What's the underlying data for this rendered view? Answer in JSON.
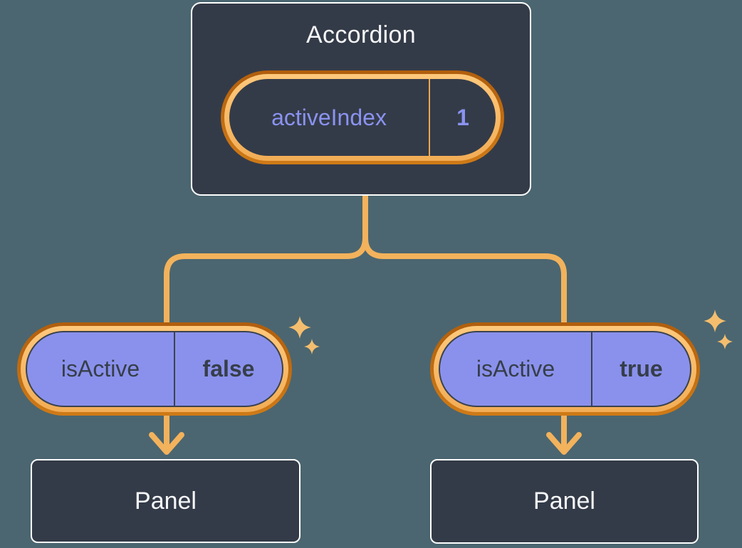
{
  "colors": {
    "background": "#4b6670",
    "node_fill": "#343b48",
    "node_border": "#ffffff",
    "ring_outer_top": "#b05e0d",
    "ring_outer_bottom": "#cf7a17",
    "ring_inner_top": "#ffc87b",
    "ring_inner_bottom": "#f2ad55",
    "connector": "#f3b25c",
    "sparkle": "#f5be6e",
    "pill_purple": "#8a91ec",
    "outline_dark": "#3a424e",
    "text_light": "#f6f7f9",
    "text_dark": "#363e4a",
    "text_purple": "#8a93f0",
    "divider_orange": "#e9a74d"
  },
  "root": {
    "title": "Accordion",
    "state": {
      "name": "activeIndex",
      "value": "1"
    }
  },
  "branches": [
    {
      "state": {
        "name": "isActive",
        "value": "false"
      },
      "panel": {
        "title": "Panel"
      }
    },
    {
      "state": {
        "name": "isActive",
        "value": "true"
      },
      "panel": {
        "title": "Panel"
      }
    }
  ]
}
